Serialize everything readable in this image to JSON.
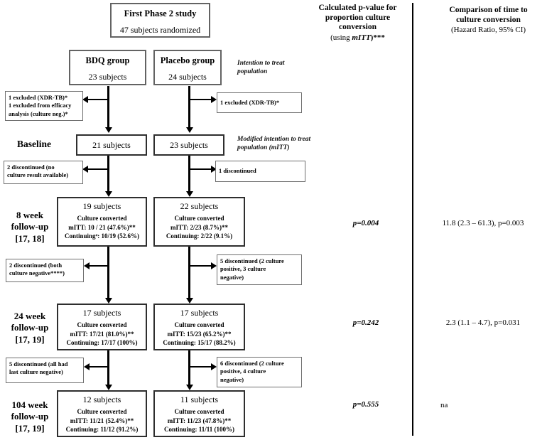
{
  "columns": {
    "pvalue_header": {
      "lines": [
        "Calculated p-value for",
        "proportion culture",
        "conversion"
      ],
      "sub_prefix": "(using ",
      "sub_italic": "mITT",
      "sub_suffix": ")***"
    },
    "hr_header": {
      "lines": [
        "Comparison of time to",
        "culture conversion"
      ],
      "sub": "(Hazard Ratio, 95% CI)"
    }
  },
  "study_box": {
    "title": "First Phase 2 study",
    "subtitle": "47 subjects randomized"
  },
  "group_boxes": {
    "bdq": {
      "name": "BDQ group",
      "count": "23 subjects"
    },
    "placebo": {
      "name": "Placebo group",
      "count": "24 subjects"
    }
  },
  "population_notes": {
    "itt": "Intention to treat population",
    "mitt": "Modified intention to treat population (mITT)"
  },
  "side_boxes": {
    "excl_bdq_1": {
      "lines": [
        "1 excluded (XDR-TB)*",
        "1 excluded from efficacy",
        "analysis (culture neg.)*"
      ]
    },
    "excl_placebo_1": {
      "lines": [
        "1 excluded (XDR-TB)*"
      ]
    },
    "disc_bdq_1": {
      "lines": [
        "2 discontinued (no",
        "culture result available)"
      ]
    },
    "disc_placebo_1": {
      "lines": [
        "1 discontinued"
      ]
    },
    "disc_bdq_2": {
      "lines": [
        "2 discontinued (both",
        "culture negative****)"
      ]
    },
    "disc_placebo_2": {
      "lines": [
        "5 discontinued (2 culture",
        "positive, 3 culture",
        "negative)"
      ]
    },
    "disc_bdq_3": {
      "lines": [
        "5 discontinued (all had",
        "last culture negative)"
      ]
    },
    "disc_placebo_3": {
      "lines": [
        "6 discontinued (2 culture",
        "positive, 4 culture",
        "negative)"
      ]
    }
  },
  "row_labels": {
    "baseline": "Baseline",
    "wk8": [
      "8 week",
      "follow-up",
      "[17, 18]"
    ],
    "wk24": [
      "24 week",
      "follow-up",
      "[17, 19]"
    ],
    "wk104": [
      "104 week",
      "follow-up",
      "[17, 19]"
    ]
  },
  "baseline_boxes": {
    "bdq": "21 subjects",
    "placebo": "23 subjects"
  },
  "stage_boxes": {
    "wk8_bdq": {
      "title": "19 subjects",
      "details": [
        "Culture converted",
        "mITT: 10 / 21 (47.6%)**",
        "Continuing⁴: 10/19 (52.6%)"
      ]
    },
    "wk8_placebo": {
      "title": "22 subjects",
      "details": [
        "Culture converted",
        "mITT: 2/23 (8.7%)**",
        "Continuing: 2/22 (9.1%)"
      ]
    },
    "wk24_bdq": {
      "title": "17 subjects",
      "details": [
        "Culture converted",
        "mITT: 17/21 (81.0%)**",
        "Continuing: 17/17 (100%)"
      ]
    },
    "wk24_placebo": {
      "title": "17 subjects",
      "details": [
        "Culture converted",
        "mITT: 15/23 (65.2%)**",
        "Continuing: 15/17 (88.2%)"
      ]
    },
    "wk104_bdq": {
      "title": "12 subjects",
      "details": [
        "Culture converted",
        "mITT: 11/21 (52.4%)**",
        "Continuing: 11/12 (91.2%)"
      ]
    },
    "wk104_placebo": {
      "title": "11 subjects",
      "details": [
        "Culture converted",
        "mITT: 11/23 (47.8%)**",
        "Continuing: 11/11 (100%)"
      ]
    }
  },
  "results": {
    "wk8": {
      "pvalue": "p=0.004",
      "hr": "11.8 (2.3 – 61.3), p=0.003"
    },
    "wk24": {
      "pvalue": "p=0.242",
      "hr": "2.3 (1.1 – 4.7), p=0.031"
    },
    "wk104": {
      "pvalue": "p=0.555",
      "hr": "na"
    }
  }
}
